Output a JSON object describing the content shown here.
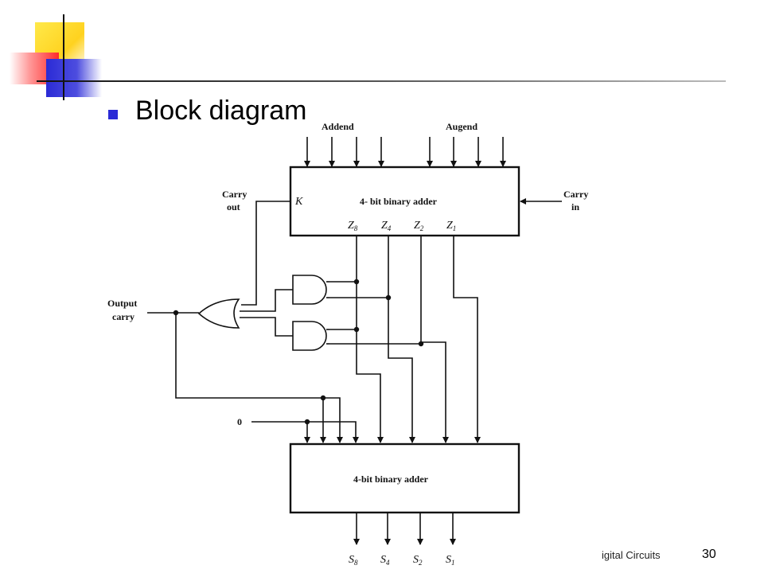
{
  "slide": {
    "title": "Block diagram",
    "footer": "igital Circuits",
    "page_number": "30"
  },
  "diagram": {
    "addend_label": "Addend",
    "augend_label": "Augend",
    "top_adder_label": "4- bit binary adder",
    "bottom_adder_label": "4-bit binary adder",
    "carry_out_label": [
      "Carry",
      "out"
    ],
    "carry_in_label": [
      "Carry",
      "in"
    ],
    "output_carry_label": [
      "Output",
      "carry"
    ],
    "k_label": "K",
    "zero_label": "0",
    "z_outputs": [
      {
        "base": "Z",
        "sub": "8"
      },
      {
        "base": "Z",
        "sub": "4"
      },
      {
        "base": "Z",
        "sub": "2"
      },
      {
        "base": "Z",
        "sub": "1"
      }
    ],
    "s_outputs": [
      {
        "base": "S",
        "sub": "8"
      },
      {
        "base": "S",
        "sub": "4"
      },
      {
        "base": "S",
        "sub": "2"
      },
      {
        "base": "S",
        "sub": "1"
      }
    ]
  },
  "colors": {
    "accent_blue": "#2b2bd6",
    "accent_yellow": "#ffd21f",
    "accent_red": "#ff2a2a"
  }
}
